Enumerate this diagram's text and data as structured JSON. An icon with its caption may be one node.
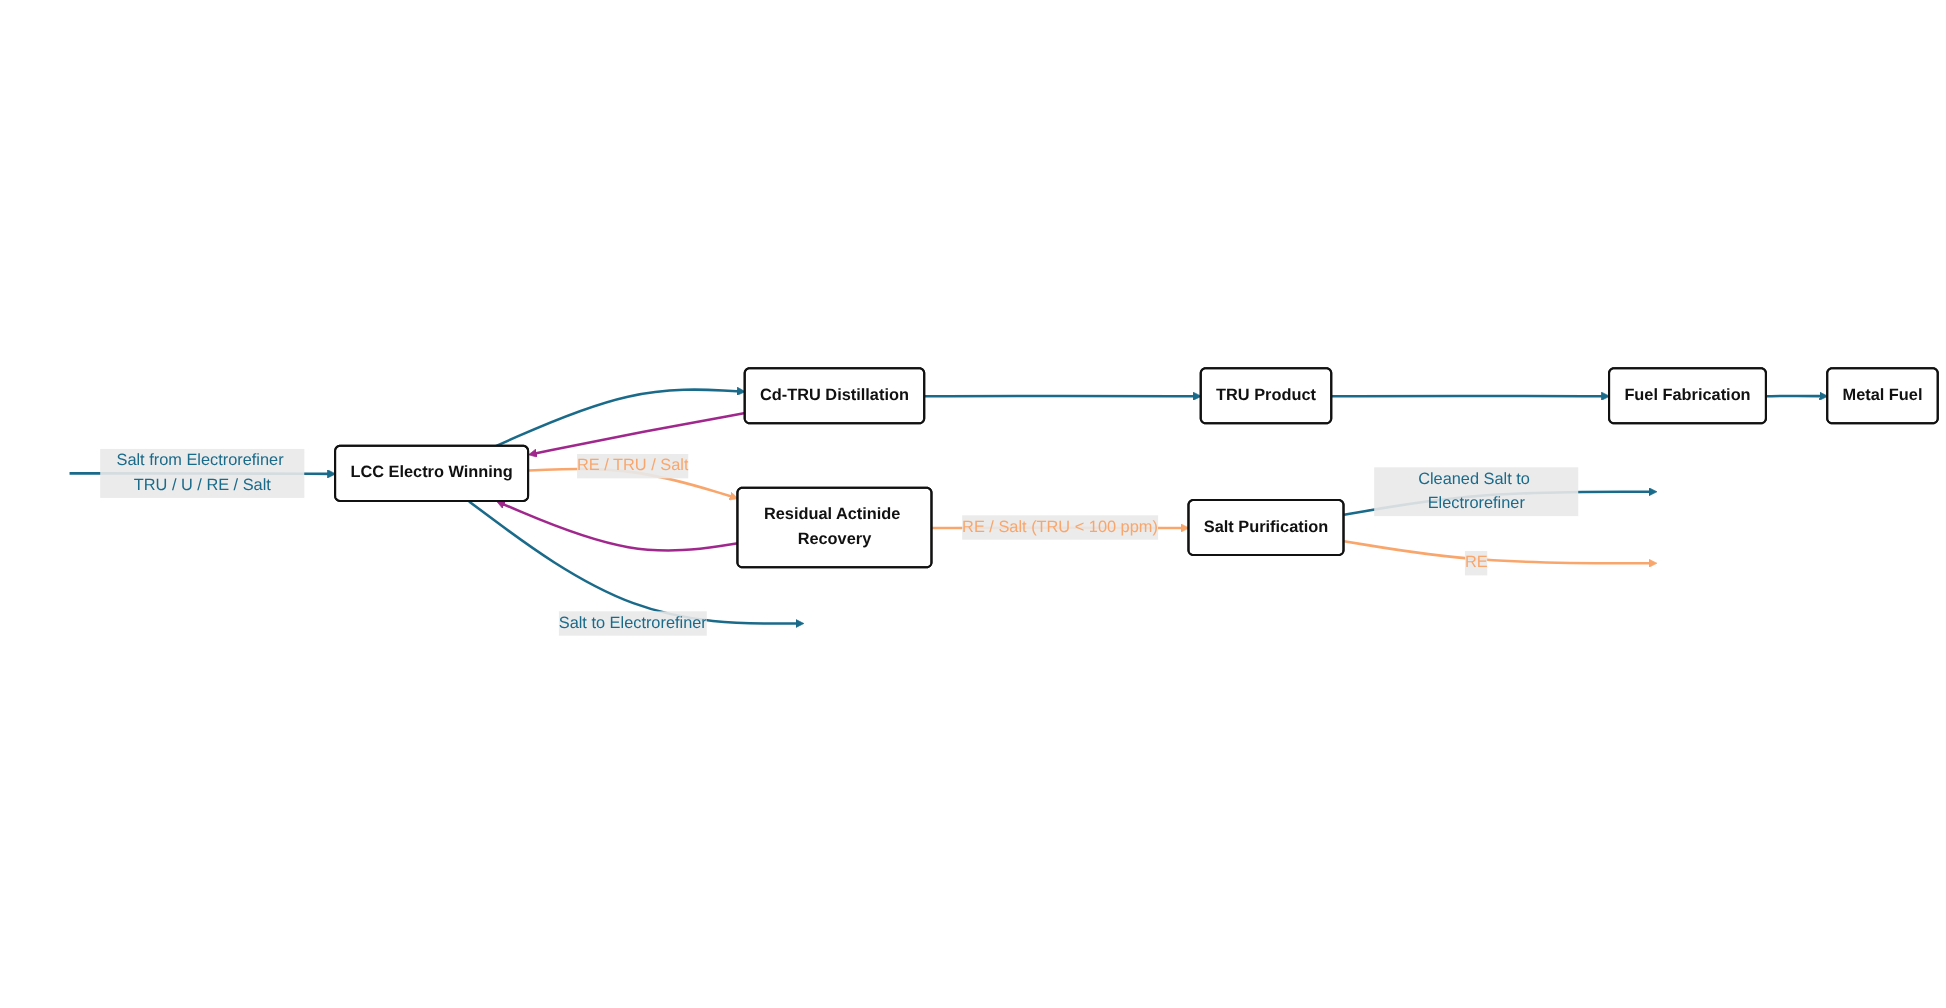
{
  "diagram": {
    "nodes": [
      {
        "text": [
          "LCC Electro Winning"
        ]
      },
      {
        "text": [
          "Residual Actinide Recovery"
        ]
      },
      {
        "text": [
          "Salt Purification"
        ]
      },
      {
        "text": [
          "Cd-TRU Distillation"
        ]
      },
      {
        "text": [
          "TRU Product"
        ]
      },
      {
        "text": [
          "Fuel Fabrication"
        ]
      },
      {
        "text": [
          "Metal Fuel"
        ]
      }
    ],
    "edges": [
      {
        "from": null,
        "to": 0,
        "arrow": "to",
        "label": "Salt from Electrorefiner TRU / U / RE / Salt"
      },
      {
        "from": 0,
        "to": null,
        "arrow": "to",
        "label": "Salt to Electrorefiner"
      },
      {
        "from": 0,
        "to": 1,
        "arrow": "to",
        "label": "RE / TRU / Salt",
        "color": "#f9a66c"
      },
      {
        "from": 1,
        "to": 2,
        "arrow": "to",
        "label": "RE / Salt (TRU < 100 ppm)",
        "color": "#f9a66c"
      },
      {
        "from": 2,
        "to": null,
        "arrow": "to",
        "label": "Cleaned Salt to Electrorefiner"
      },
      {
        "from": 2,
        "to": null,
        "arrow": "to",
        "label": "RE",
        "color": "#f9a66c"
      },
      {
        "from": 1,
        "to": 0,
        "arrow": "to",
        "color": "#a0288c"
      },
      {
        "from": 3,
        "to": 0,
        "arrow": "to",
        "color": "#a0288c"
      },
      {
        "from": 0,
        "to": 3,
        "arrow": "to"
      },
      {
        "from": 3,
        "to": 4,
        "arrow": "to"
      },
      {
        "from": 4,
        "to": 5,
        "arrow": "to"
      },
      {
        "from": 5,
        "to": 6,
        "arrow": "to"
      }
    ]
  }
}
